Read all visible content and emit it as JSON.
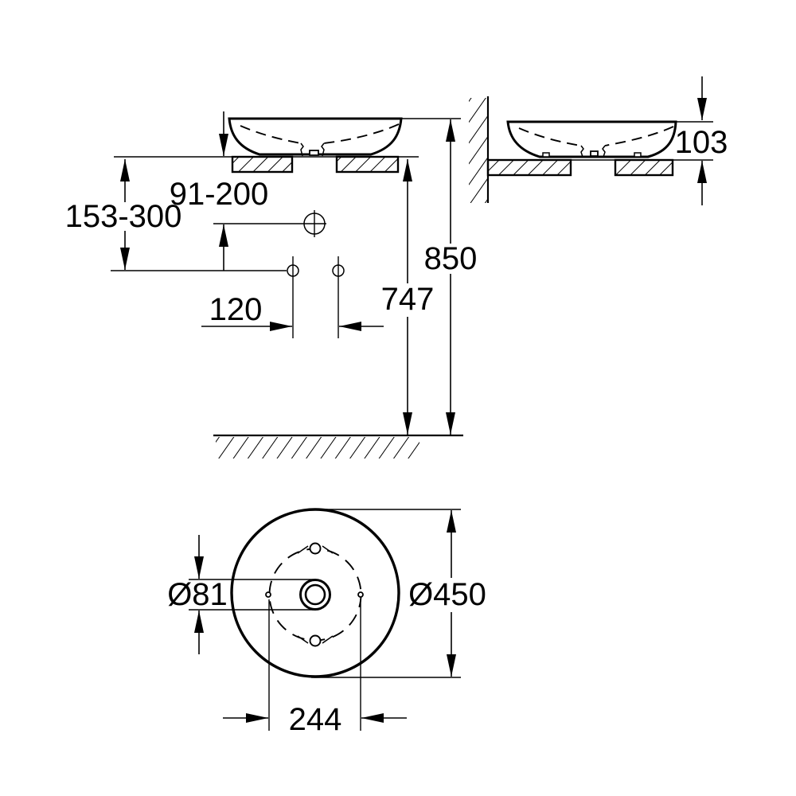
{
  "drawing": {
    "front_view": {
      "faucet_height_range": "91-200",
      "mounting_height_range": "153-300",
      "rim_height": "850",
      "counter_height": "747",
      "hole_spacing": "120"
    },
    "side_view": {
      "basin_height": "103"
    },
    "top_view": {
      "drain_diameter": "Ø81",
      "basin_diameter": "Ø450",
      "hole_spacing": "244"
    },
    "colors": {
      "line": "#000000",
      "background": "#ffffff"
    }
  }
}
